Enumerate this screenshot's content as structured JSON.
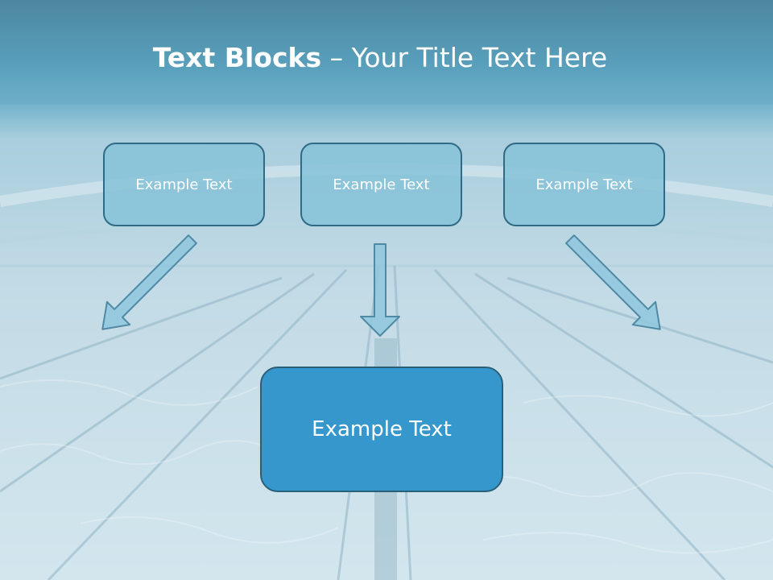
{
  "slide": {
    "title_bold": "Text Blocks",
    "title_dash": " – ",
    "title_rest": "Your Title Text Here"
  },
  "blocks": [
    {
      "label": "Example Text"
    },
    {
      "label": "Example Text"
    },
    {
      "label": "Example Text"
    }
  ],
  "target_block": {
    "label": "Example Text"
  },
  "colors": {
    "header_band": "#5aa8c8",
    "small_box_fill": "#86c2d8",
    "small_box_border": "#2f6b84",
    "big_box_fill": "#3597cc",
    "arrow_fill": "#8fc7dd",
    "arrow_stroke": "#4f8aa5"
  },
  "icons": [
    "arrow-down-right-icon",
    "arrow-down-icon",
    "arrow-down-left-icon"
  ]
}
